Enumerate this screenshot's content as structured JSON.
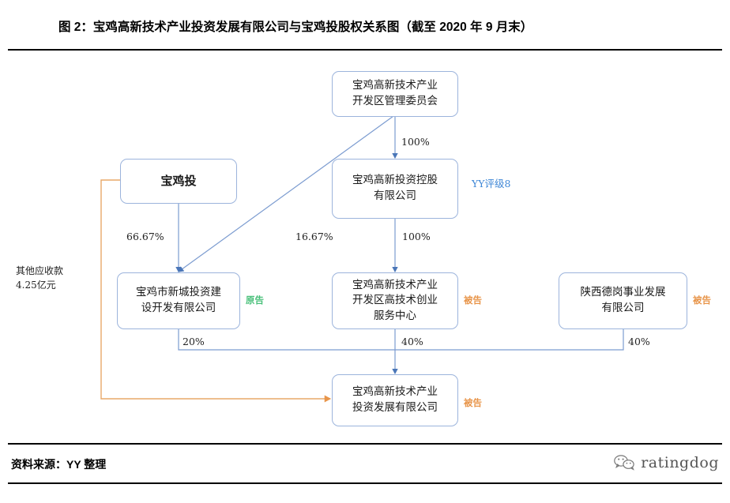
{
  "header": {
    "title": "图 2：宝鸡高新技术产业投资发展有限公司与宝鸡投股权关系图（截至 2020 年 9 月末）"
  },
  "footer": {
    "source": "资料来源：YY 整理",
    "brand": "ratingdog",
    "brand_icon": "wechat-icon"
  },
  "colors": {
    "box_border": "#9cb4dc",
    "wire_blue": "#6f93c9",
    "wire_orange": "#e8a869",
    "plaintiff_green": "#49c07a",
    "defendant_orange": "#e8954a",
    "rating_blue": "#3f87d6"
  },
  "diagram": {
    "type": "ownership-structure",
    "nodes": [
      {
        "id": "guanweihui",
        "label": "宝鸡高新技术产业\n开发区管理委员会"
      },
      {
        "id": "baojitou",
        "label": "宝鸡投"
      },
      {
        "id": "konggu",
        "label": "宝鸡高新投资控股\n有限公司"
      },
      {
        "id": "xincheng",
        "label": "宝鸡市新城投资建\n设开发有限公司"
      },
      {
        "id": "chuangye",
        "label": "宝鸡高新技术产业\n开发区高技术创业\n服务中心"
      },
      {
        "id": "degang",
        "label": "陕西德岗事业发展\n有限公司"
      },
      {
        "id": "touzifazhan",
        "label": "宝鸡高新技术产业\n投资发展有限公司"
      }
    ],
    "edges": [
      {
        "from": "guanweihui",
        "to": "konggu",
        "label": "100%"
      },
      {
        "from": "guanweihui",
        "to": "xincheng",
        "label": "16.67%"
      },
      {
        "from": "baojitou",
        "to": "xincheng",
        "label": "66.67%"
      },
      {
        "from": "konggu",
        "to": "chuangye",
        "label": "100%"
      },
      {
        "from": "xincheng",
        "to": "touzifazhan",
        "label": "20%"
      },
      {
        "from": "chuangye",
        "to": "touzifazhan",
        "label": "40%"
      },
      {
        "from": "degang",
        "to": "touzifazhan",
        "label": "40%"
      },
      {
        "from": "baojitou",
        "to": "touzifazhan",
        "label": "其他应收款\n4.25亿元",
        "style": "orange"
      }
    ],
    "labels": {
      "pct_100_top": "100%",
      "pct_100_bottom": "100%",
      "pct_16_67": "16.67%",
      "pct_66_67": "66.67%",
      "pct_20": "20%",
      "pct_40_mid": "40%",
      "pct_40_right": "40%",
      "receivable_line1": "其他应收款",
      "receivable_line2": "4.25亿元",
      "rating": "YY评级8",
      "tag_plaintiff": "原告",
      "tag_defendant_chuangye": "被告",
      "tag_defendant_degang": "被告",
      "tag_defendant_touzifazhan": "被告"
    }
  }
}
